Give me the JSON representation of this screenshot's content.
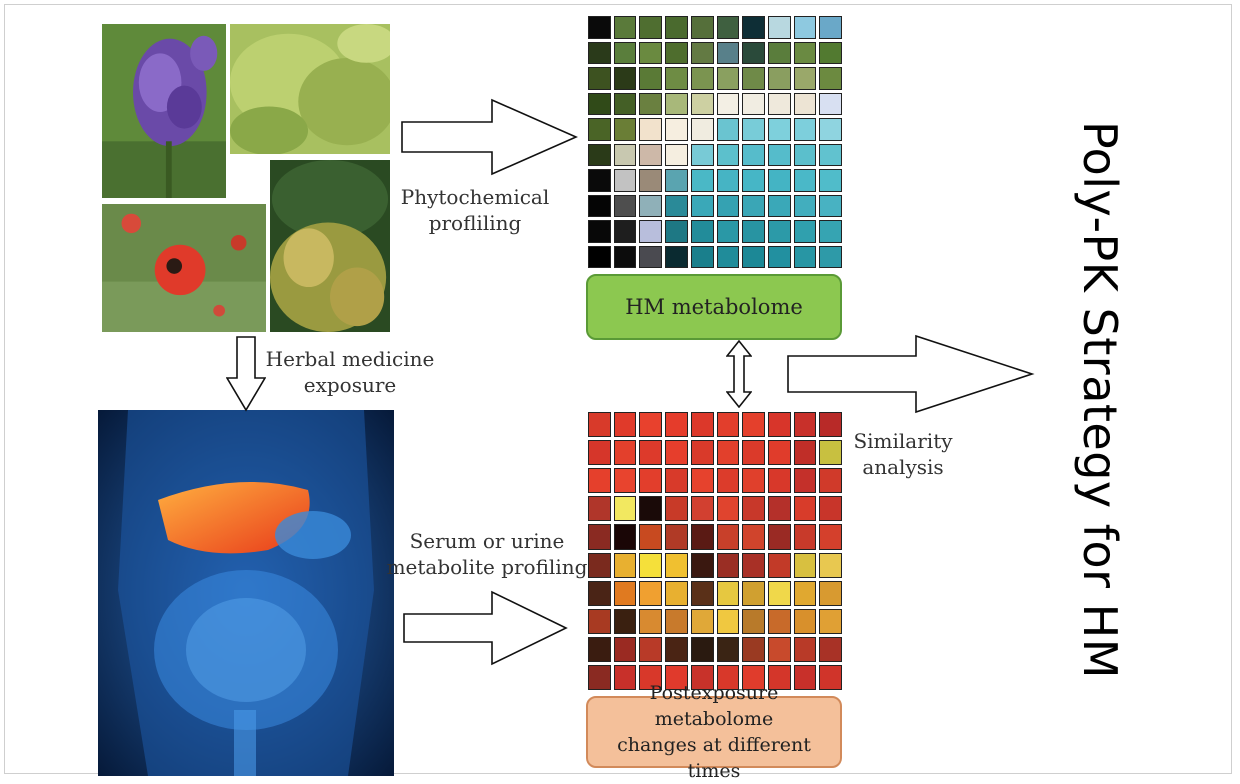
{
  "labels": {
    "phyto": "Phytochemical\nprofliling",
    "herbal": "Herbal medicine\nexposure",
    "serum": "Serum or urine\nmetabolite profiling",
    "similarity": "Similarity\nanalysis"
  },
  "boxes": {
    "hm_metabolome": "HM metabolome",
    "postexposure": "Postexposure metabolome\nchanges at different times"
  },
  "title": "Poly-PK Strategy for HM",
  "colors": {
    "hm_box_fill": "#8cc850",
    "hm_box_border": "#5a9a36",
    "post_box_fill": "#f4c09a",
    "post_box_border": "#d28a5a"
  },
  "heatmap_hm": [
    [
      "#0a0a0a",
      "#5a7a3a",
      "#4f6e30",
      "#4a6a2e",
      "#556f3a",
      "#3f6040",
      "#0e2e36",
      "#b8d8e0",
      "#8ec9e0",
      "#6aa8c8"
    ],
    [
      "#2a3a1a",
      "#5a7e3c",
      "#6a8a40",
      "#4e6d2d",
      "#637a43",
      "#58808a",
      "#2a4a3a",
      "#5a7d3c",
      "#6a8a42",
      "#527a30"
    ],
    [
      "#3d5220",
      "#2b3a18",
      "#5a7a36",
      "#6e8c44",
      "#7b9450",
      "#8aa060",
      "#6f8a48",
      "#8a9e60",
      "#9aa86a",
      "#6c8a40"
    ],
    [
      "#304a18",
      "#445f26",
      "#6a8040",
      "#a8b87a",
      "#cdd0a2",
      "#f3efe4",
      "#f1ede2",
      "#efe9dc",
      "#ede4d4",
      "#d8e0f2"
    ],
    [
      "#4a6426",
      "#6a7e36",
      "#f2e2cc",
      "#f6eee0",
      "#f0ece0",
      "#6ac4d0",
      "#78ccd8",
      "#7ed0dc",
      "#7dcfdc",
      "#8fd4e0"
    ],
    [
      "#2a3a18",
      "#c8c8b0",
      "#cdb8a8",
      "#f5eee0",
      "#78cad6",
      "#5cc0cc",
      "#56bccb",
      "#55bccb",
      "#5bbfcc",
      "#61c2cf"
    ],
    [
      "#0a0a0a",
      "#c2c2c2",
      "#9a8a78",
      "#5aa4b0",
      "#4ab8c6",
      "#46b4c4",
      "#46b6c6",
      "#44b4c4",
      "#4ab8c8",
      "#50bcca"
    ],
    [
      "#050505",
      "#4e4e4e",
      "#8fb0b8",
      "#2a8a98",
      "#3aa8b8",
      "#35a2b2",
      "#3aa6b6",
      "#3aa8b8",
      "#42aebe",
      "#48b2c2"
    ],
    [
      "#080808",
      "#1e1e1e",
      "#b8bedc",
      "#1e7884",
      "#228c9a",
      "#2a98a6",
      "#2894a2",
      "#2c9aa8",
      "#30a0ae",
      "#36a4b2"
    ],
    [
      "#000000",
      "#0c0c0c",
      "#4a4a50",
      "#0a2a30",
      "#1a7f8c",
      "#208c9a",
      "#1c8896",
      "#2290a0",
      "#2896a4",
      "#2e9aa8"
    ]
  ],
  "heatmap_post": [
    [
      "#d83a2a",
      "#e03a2a",
      "#e8412d",
      "#e53c2b",
      "#dc382a",
      "#e23e2c",
      "#e4402c",
      "#d8352a",
      "#c8302a",
      "#b82a28"
    ],
    [
      "#d6362a",
      "#e3402c",
      "#dd3a2b",
      "#e63e2c",
      "#d93a2a",
      "#e2402c",
      "#db3a2a",
      "#e03c2b",
      "#c02e28",
      "#c8c040"
    ],
    [
      "#e5402c",
      "#e8442e",
      "#e23e2c",
      "#d83a2a",
      "#e6422d",
      "#dc3c2b",
      "#e0402c",
      "#d8382a",
      "#c4302a",
      "#d03a2a"
    ],
    [
      "#b0362a",
      "#f2e860",
      "#1a0a08",
      "#c83a28",
      "#d24030",
      "#e0442e",
      "#c8382a",
      "#b4302a",
      "#d83c2a",
      "#c8352a"
    ],
    [
      "#8a2a22",
      "#1a0606",
      "#c84a20",
      "#b03a26",
      "#5a1a14",
      "#c8402a",
      "#d0442c",
      "#9a2a24",
      "#c83a2a",
      "#d4402c"
    ],
    [
      "#7a2a1e",
      "#e8b030",
      "#f5e03a",
      "#f0c030",
      "#3a1810",
      "#9a2e24",
      "#a83026",
      "#c23a28",
      "#d8c040",
      "#e8c850"
    ],
    [
      "#4a2416",
      "#e07a20",
      "#f0a030",
      "#e8b030",
      "#5a3018",
      "#e6c840",
      "#d0a030",
      "#f0d84a",
      "#e0a830",
      "#d89a30"
    ],
    [
      "#a83a22",
      "#3a2010",
      "#d88a30",
      "#c87a2c",
      "#e0a838",
      "#f0c840",
      "#b87a2a",
      "#c86a2a",
      "#d8902c",
      "#e0a034"
    ],
    [
      "#3a1c10",
      "#9a2a22",
      "#b83a28",
      "#4a2414",
      "#2a1a10",
      "#3a2414",
      "#9a3a22",
      "#c84a2c",
      "#b83a28",
      "#a83226"
    ],
    [
      "#8a2a22",
      "#c8302a",
      "#d8382a",
      "#e03a2c",
      "#c8322a",
      "#d8382a",
      "#e03c2c",
      "#d4362a",
      "#c8302a",
      "#d0342a"
    ]
  ]
}
